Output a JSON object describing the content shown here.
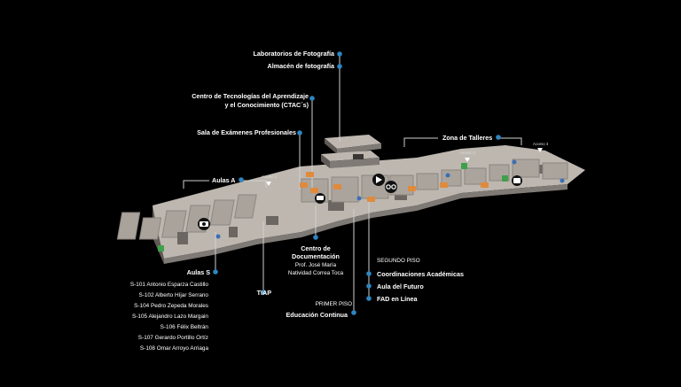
{
  "colors": {
    "background": "#000000",
    "marker": "#2e86c1",
    "leader": "#cfcfcf",
    "building": "#bdb7b0",
    "building_shadow": "#7f7a75",
    "building_dark": "#5f5a56",
    "cafeteria_badge": "#e08a3c",
    "exit_badge": "#3da04a"
  },
  "labels": {
    "lab_foto": "Laboratorios de Fotografía",
    "almacen_foto": "Almacén de fotografía",
    "ctac_line1": "Centro de Tecnologías del Aprendizaje",
    "ctac_line2": "y el Conocimiento (CTAC´s)",
    "sala_examenes": "Sala de Exámenes Profesionales",
    "zona_talleres": "Zona de Talleres",
    "aulas_a": "Aulas A",
    "acceso_1": "Acceso 1",
    "acceso_2": "Acceso 2",
    "acceso_3": "Acceso 3",
    "centro_doc_line1": "Centro de",
    "centro_doc_line2": "Documentación",
    "centro_doc_name1": "Prof. José María",
    "centro_doc_name2": "Natividad Correa Toca",
    "segundo_piso": "SEGUNDO PISO",
    "coordinaciones": "Coordinaciones Académicas",
    "aula_futuro": "Aula del Futuro",
    "fad_linea": "FAD en Línea",
    "primer_piso": "PRIMER PISO",
    "educacion_continua": "Educación Continua",
    "tiap": "TIAP",
    "aulas_s": "Aulas S"
  },
  "aulas_s_rooms": [
    "S-101 Antonio Esparza Castillo",
    "S-102 Alberto Híjar Serrano",
    "S-104 Pedro Zepeda Morales",
    "S-105 Alejandro Lazo Margain",
    "S-106 Félix Beltrán",
    "S-107 Gerardo Portillo Ortíz",
    "S-108 Omar Arroyo Arriaga"
  ],
  "map_icons": [
    "camera-icon",
    "film-camera-icon",
    "vr-goggles-icon",
    "cafeteria-icon",
    "emergency-exit-icon",
    "restroom-icon",
    "access-arrow-icon"
  ]
}
